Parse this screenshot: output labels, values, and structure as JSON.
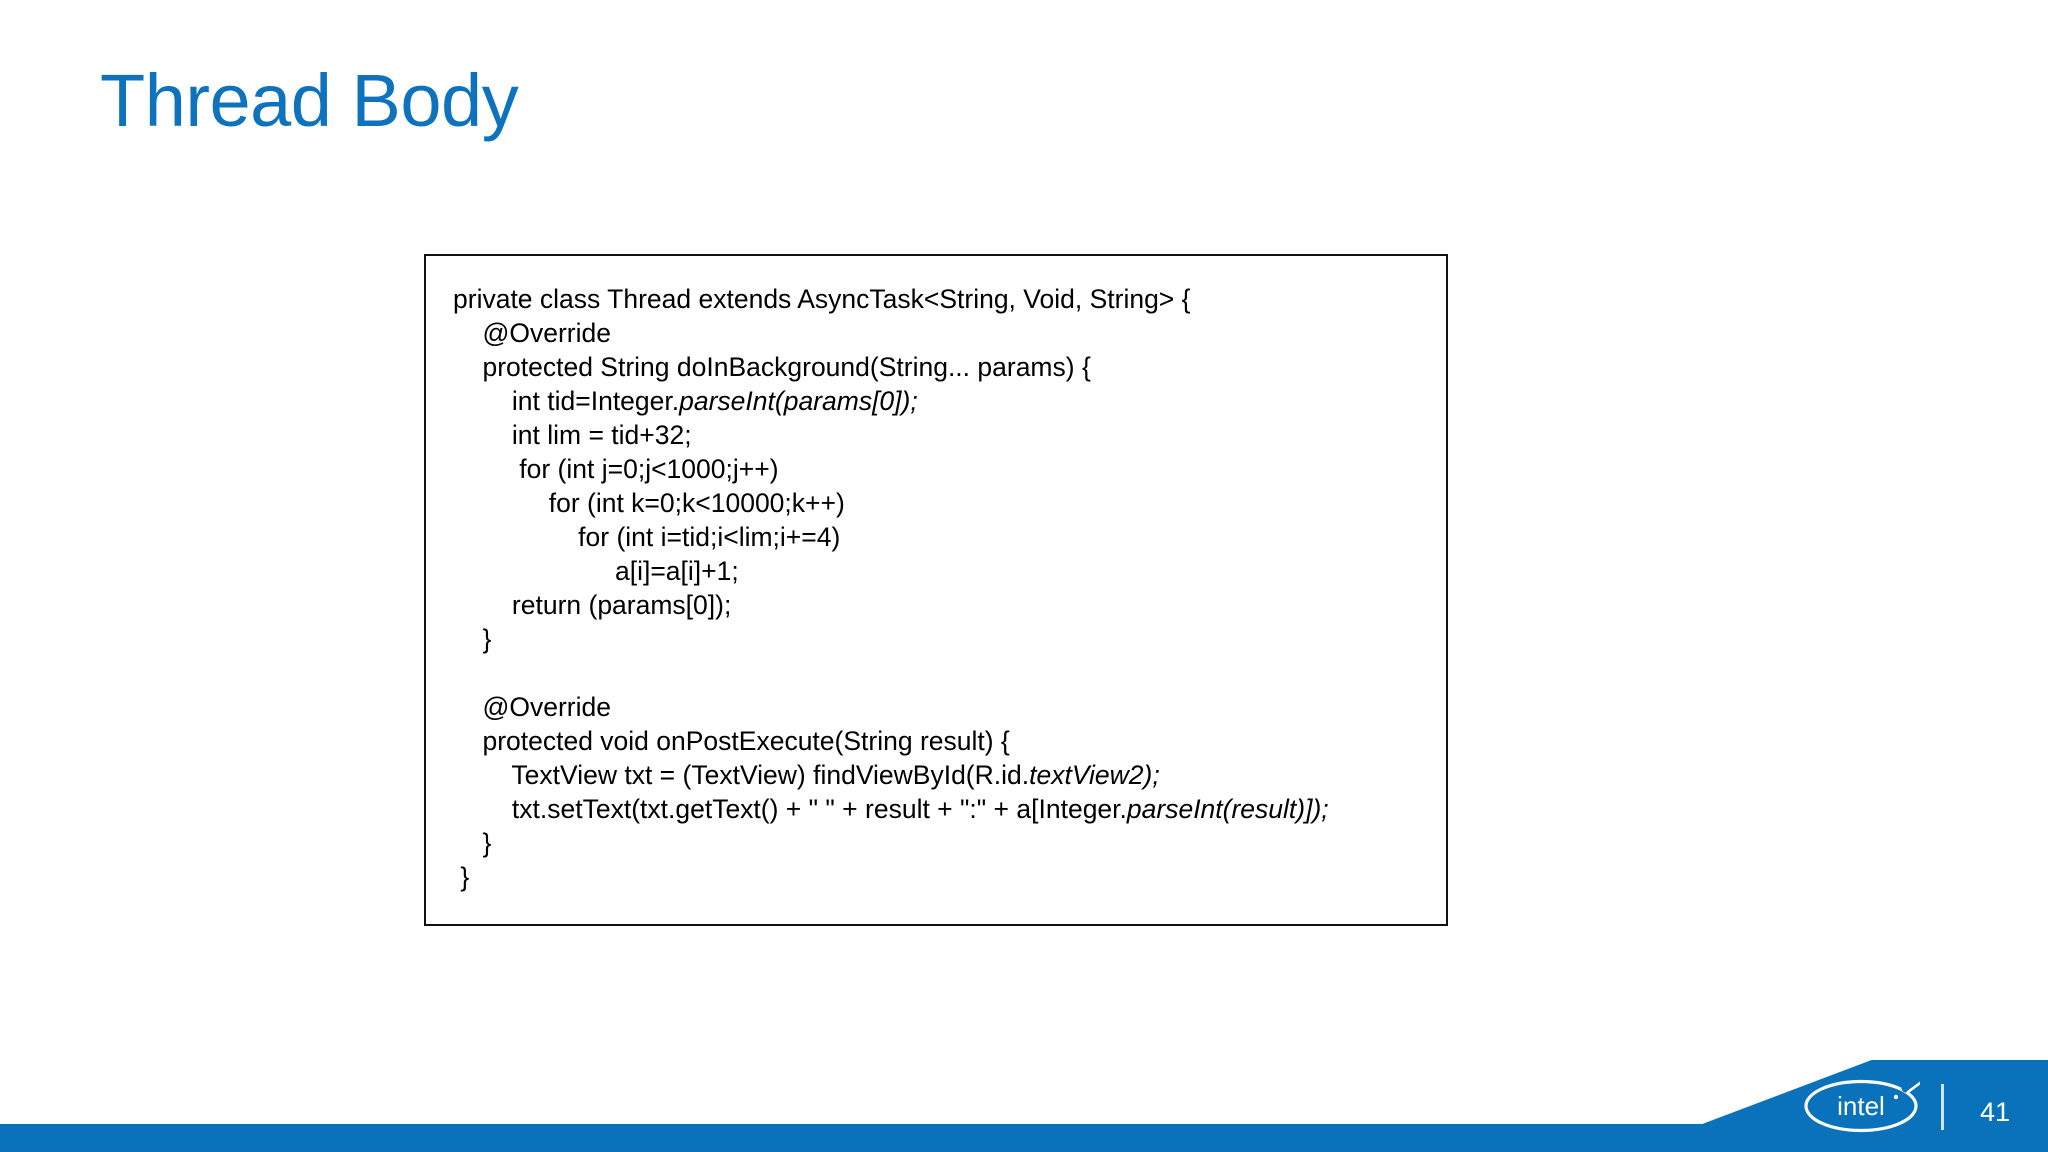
{
  "slide": {
    "title": "Thread Body",
    "title_color": "#0f72bd",
    "background_color": "#ffffff"
  },
  "code_block": {
    "border_color": "#111111",
    "background_color": "#ffffff",
    "language": "java",
    "lines": [
      {
        "indent": 0,
        "segments": [
          {
            "text": "private class Thread extends AsyncTask<String, Void, String> {",
            "italic": false
          }
        ]
      },
      {
        "indent": 1,
        "segments": [
          {
            "text": "@Override",
            "italic": false
          }
        ]
      },
      {
        "indent": 1,
        "segments": [
          {
            "text": "protected String doInBackground(String... params) {",
            "italic": false
          }
        ]
      },
      {
        "indent": 2,
        "segments": [
          {
            "text": "int tid=Integer.",
            "italic": false
          },
          {
            "text": "parseInt(params[0]);",
            "italic": true
          }
        ]
      },
      {
        "indent": 2,
        "segments": [
          {
            "text": "int lim = tid+32;",
            "italic": false
          }
        ]
      },
      {
        "indent": 2,
        "segments": [
          {
            "text": " for (int j=0;j<1000;j++)",
            "italic": false
          }
        ]
      },
      {
        "indent": 3,
        "segments": [
          {
            "text": " for (int k=0;k<10000;k++)",
            "italic": false
          }
        ]
      },
      {
        "indent": 4,
        "segments": [
          {
            "text": " for (int i=tid;i<lim;i+=4)",
            "italic": false
          }
        ]
      },
      {
        "indent": 5,
        "segments": [
          {
            "text": "  a[i]=a[i]+1;",
            "italic": false
          }
        ]
      },
      {
        "indent": 2,
        "segments": [
          {
            "text": "return (params[0]);",
            "italic": false
          }
        ]
      },
      {
        "indent": 1,
        "segments": [
          {
            "text": "}",
            "italic": false
          }
        ]
      },
      {
        "indent": 0,
        "segments": [
          {
            "text": "",
            "italic": false
          }
        ]
      },
      {
        "indent": 1,
        "segments": [
          {
            "text": "@Override",
            "italic": false
          }
        ]
      },
      {
        "indent": 1,
        "segments": [
          {
            "text": "protected void onPostExecute(String result) {",
            "italic": false
          }
        ]
      },
      {
        "indent": 2,
        "segments": [
          {
            "text": "TextView txt = (TextView) findViewById(R.id.",
            "italic": false
          },
          {
            "text": "textView2);",
            "italic": true
          }
        ]
      },
      {
        "indent": 2,
        "segments": [
          {
            "text": "txt.setText(txt.getText() + \" \" + result + \":\" + a[Integer.",
            "italic": false
          },
          {
            "text": "parseInt(result)]);",
            "italic": true
          }
        ]
      },
      {
        "indent": 1,
        "segments": [
          {
            "text": "}",
            "italic": false
          }
        ]
      },
      {
        "indent": 0,
        "segments": [
          {
            "text": " }",
            "italic": false
          }
        ]
      }
    ]
  },
  "footer": {
    "bar_color": "#0a72ba",
    "brand": "intel",
    "page_number": "41"
  }
}
